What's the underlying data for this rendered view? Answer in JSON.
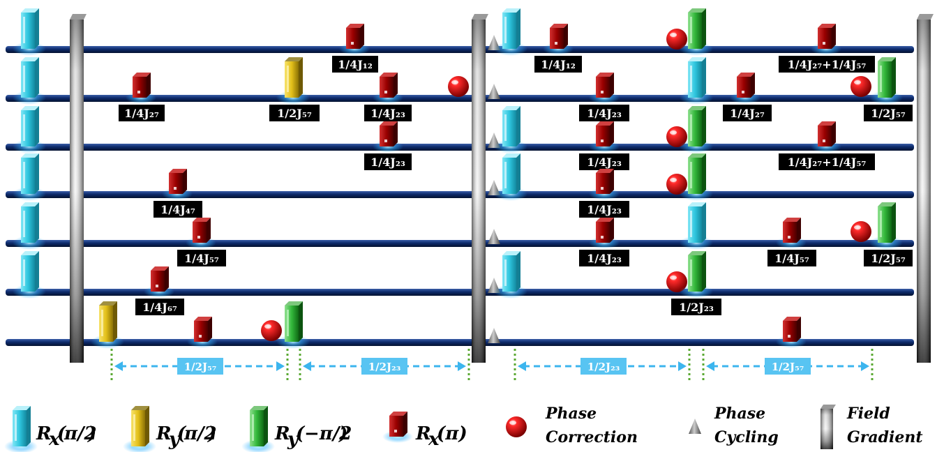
{
  "delay_labels": {
    "left_1": "1/2J₅₇",
    "left_2": "1/2J₂₃",
    "right_1": "1/2J₂₃",
    "right_2": "1/2J₅₇"
  },
  "pulse_labels": {
    "l1_a": "1/4J₁₂",
    "l2_a": "1/4J₂₇",
    "l2_b": "1/2J₅₇",
    "l2_c": "1/4J₂₃",
    "l3_a": "1/4J₂₃",
    "l4_a": "1/4J₄₇",
    "l5_a": "1/4J₅₇",
    "l6_a": "1/4J₆₇",
    "r1_a": "1/4J₁₂",
    "r1_b": "1/4J₂₇+1/4J₅₇",
    "r2_a": "1/4J₂₃",
    "r2_b": "1/4J₂₇",
    "r2_c": "1/2J₅₇",
    "r3_a": "1/4J₂₃",
    "r3_b": "1/4J₂₇+1/4J₅₇",
    "r4_a": "1/4J₂₃",
    "r5_a": "1/4J₂₃",
    "r5_b": "1/4J₅₇",
    "r5_c": "1/2J₅₇",
    "r6_a": "1/2J₂₃"
  },
  "legend": {
    "rx_half": {
      "sym": "R",
      "sub": "x",
      "arg": "π/2"
    },
    "ry_half": {
      "sym": "R",
      "sub": "y",
      "arg": "π/2"
    },
    "ry_neg_half": {
      "sym": "R",
      "sub": "y",
      "arg": "−π/2"
    },
    "rx_pi": {
      "sym": "R",
      "sub": "x",
      "arg": "(π)"
    },
    "phase_correction_1": "Phase",
    "phase_correction_2": "Correction",
    "phase_cycling_1": "Phase",
    "phase_cycling_2": "Cycling",
    "field_gradient_1": "Field",
    "field_gradient_2": "Gradient"
  },
  "colors": {
    "rx_half_pulse": "#33c8e0",
    "ry_half_pulse": "#e8c61e",
    "ry_neg_half_pulse": "#2fb83a",
    "rx_pi_pulse": "#b00000",
    "phase_correction": "#e01010",
    "wire": "#0d2a6b",
    "gradient": "#888888"
  }
}
